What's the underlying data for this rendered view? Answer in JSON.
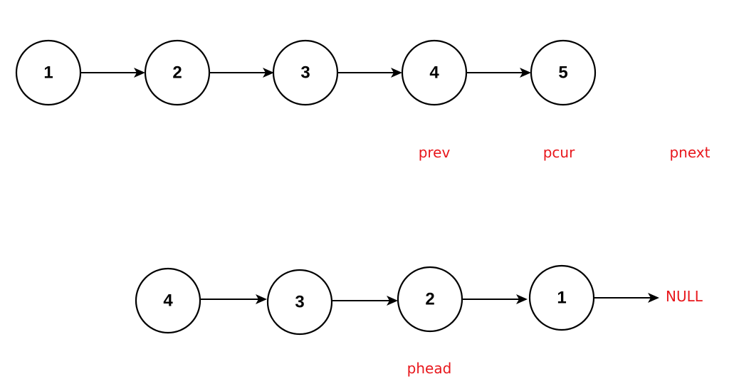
{
  "top_list": {
    "nodes": [
      "1",
      "2",
      "3",
      "4",
      "5"
    ],
    "pointers": {
      "prev": "prev",
      "pcur": "pcur",
      "pnext": "pnext"
    }
  },
  "bottom_list": {
    "nodes": [
      "4",
      "3",
      "2",
      "1"
    ],
    "terminal": "NULL",
    "pointers": {
      "phead": "phead"
    }
  },
  "colors": {
    "node_stroke": "#000000",
    "pointer_text": "#e8171c"
  }
}
